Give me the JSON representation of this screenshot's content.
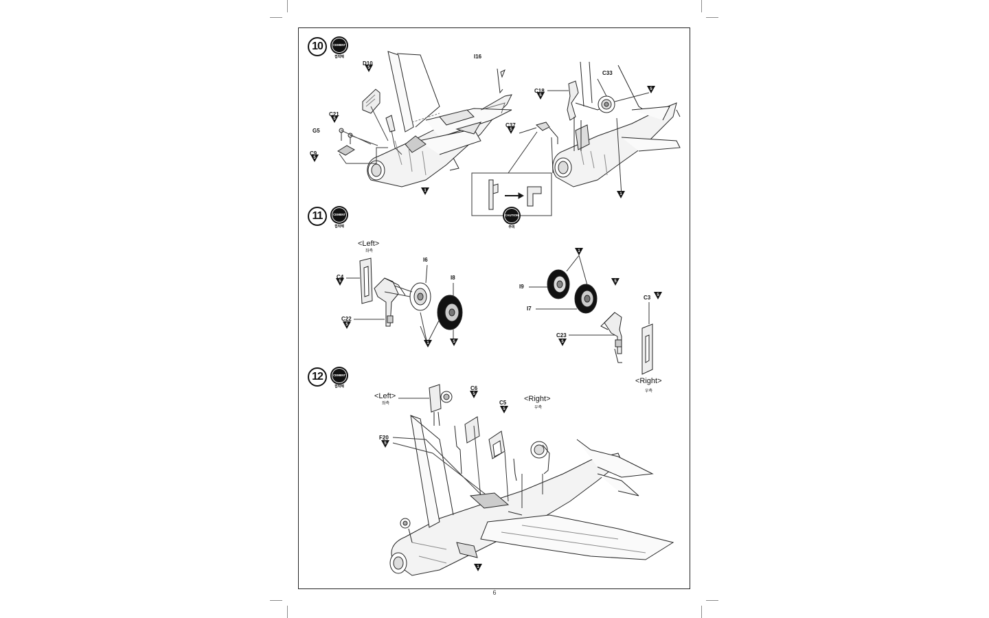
{
  "page": {
    "number": "6"
  },
  "steps": [
    {
      "number": "10",
      "cement_label": "CEMENT",
      "cement_sub": "접착제"
    },
    {
      "number": "11",
      "cement_label": "CEMENT",
      "cement_sub": "접착제"
    },
    {
      "number": "12",
      "cement_label": "CEMENT",
      "cement_sub": "접착제"
    }
  ],
  "step10": {
    "parts": {
      "d10": "D10",
      "c21": "C21",
      "g5": "G5",
      "c9": "C9",
      "i16": "I16",
      "c33": "C33",
      "c18": "C18",
      "c37": "C37"
    },
    "caution_label": "CAUTION",
    "caution_sub": "주의"
  },
  "step11": {
    "left_label": "<Left>",
    "left_sub": "좌측",
    "right_label": "<Right>",
    "right_sub": "우측",
    "parts": {
      "c4": "C4",
      "c22": "C22",
      "i6": "I6",
      "i8": "I8",
      "i9": "I9",
      "i7": "I7",
      "c3": "C3",
      "c23": "C23"
    }
  },
  "step12": {
    "left_label": "<Left>",
    "left_sub": "좌측",
    "right_label": "<Right>",
    "right_sub": "우측",
    "parts": {
      "c6": "C6",
      "c5": "C5",
      "f20": "F20"
    }
  },
  "markers": {
    "paint_code": "5",
    "subassembly": "1"
  }
}
